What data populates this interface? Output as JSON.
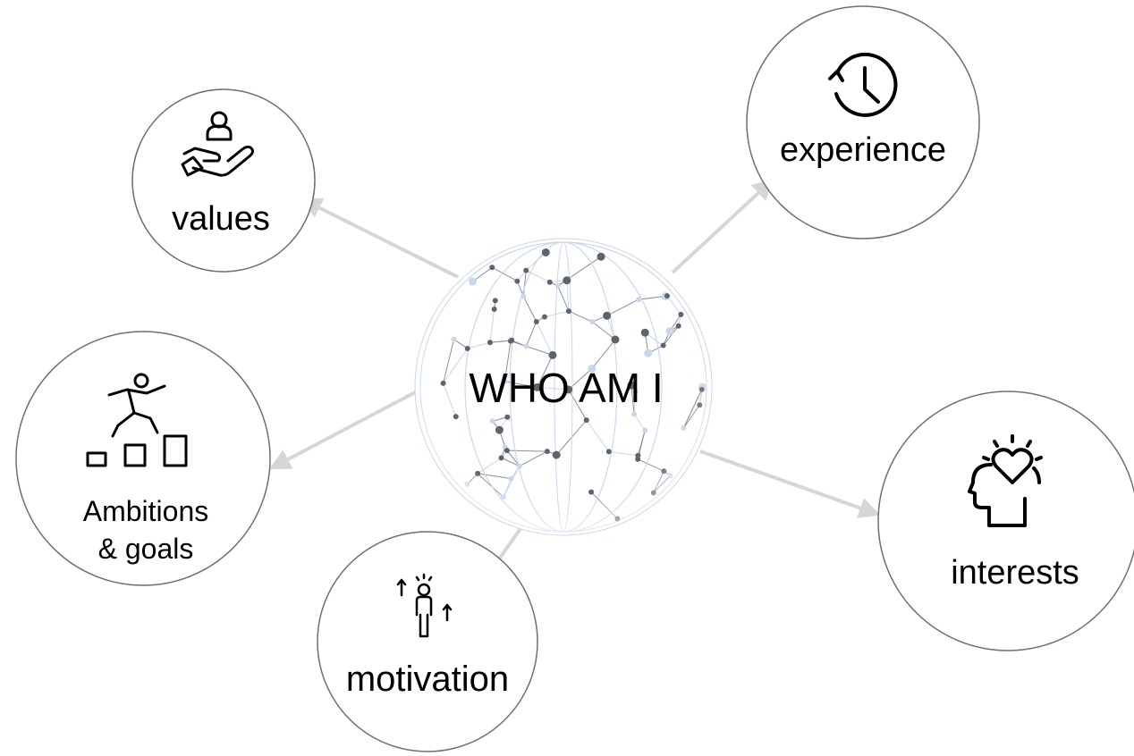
{
  "center": {
    "label": "WHO AM I"
  },
  "nodes": {
    "values": {
      "label": "values",
      "icon": "hand-holding-person-icon"
    },
    "experience": {
      "label": "experience",
      "icon": "history-clock-icon"
    },
    "ambitions": {
      "label_line1": "Ambitions",
      "label_line2": "& goals",
      "icon": "climbing-steps-person-icon"
    },
    "motivation": {
      "label": "motivation",
      "icon": "person-arrows-up-icon"
    },
    "interests": {
      "label": "interests",
      "icon": "head-with-heart-icon"
    }
  },
  "colors": {
    "circle_stroke": "#6e6e6e",
    "arrow": "#d6d6d6",
    "globe_lines": "#8a8f98",
    "globe_light": "#c9d6ea",
    "text": "#000000"
  }
}
